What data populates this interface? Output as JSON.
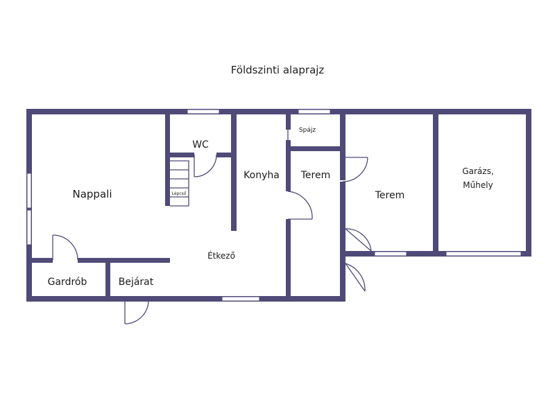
{
  "title": "Földszinti alaprajz",
  "rooms": {
    "nappali": "Nappali",
    "wc": "WC",
    "lepcso": "Lépcső",
    "konyha": "Konyha",
    "spajz": "Spájz",
    "terem_small": "Terem",
    "terem_large": "Terem",
    "garazs_line1": "Garázs,",
    "garazs_line2": "Műhely",
    "etkezo": "Étkező",
    "gardrob": "Gardrób",
    "bejarat": "Bejárat"
  },
  "colors": {
    "wall": "#4f4a78",
    "background": "#ffffff"
  }
}
